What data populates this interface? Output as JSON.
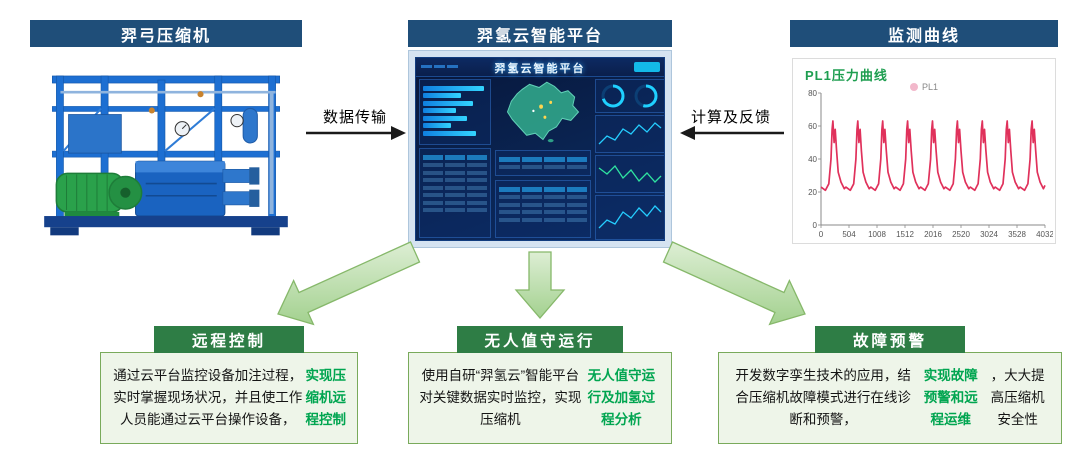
{
  "top_row": {
    "compressor": {
      "title": "羿弓压缩机"
    },
    "platform": {
      "title": "羿氢云智能平台",
      "screen_title": "羿氢云智能平台"
    },
    "curve": {
      "title": "监测曲线"
    }
  },
  "flow_labels": {
    "data_transfer": "数据传输",
    "compute_feedback": "计算及反馈"
  },
  "features": [
    {
      "title": "远程控制",
      "segments": [
        {
          "text": "通过云平台监控设备加注过程，实时掌握现场状况，并且使工作人员能通过云平台操作设备，",
          "highlight": false
        },
        {
          "text": "实现压缩机远程控制",
          "highlight": true
        }
      ]
    },
    {
      "title": "无人值守运行",
      "segments": [
        {
          "text": "使用自研“羿氢云”智能平台对关键数据实时监控，实现压缩机",
          "highlight": false
        },
        {
          "text": "无人值守运行及加氢过程分析",
          "highlight": true
        }
      ]
    },
    {
      "title": "故障预警",
      "segments": [
        {
          "text": "开发数字孪生技术的应用，结合压缩机故障模式进行在线诊断和预警，",
          "highlight": false
        },
        {
          "text": "实现故障预警和远程运维",
          "highlight": true
        },
        {
          "text": "，大大提高压缩机安全性",
          "highlight": false
        }
      ]
    }
  ],
  "chart_data": {
    "type": "line",
    "title": "PL1压力曲线",
    "legend": [
      {
        "name": "PL1",
        "dot_color": "#f2b8cb"
      }
    ],
    "xlim": [
      0,
      4032
    ],
    "ylim": [
      0,
      80
    ],
    "yticks": [
      0,
      20,
      40,
      60,
      80
    ],
    "xticks": [
      0,
      504,
      1008,
      1512,
      2016,
      2520,
      3024,
      3528,
      4032
    ],
    "grid": false,
    "series": [
      {
        "name": "PL1",
        "color": "#e0315b",
        "points": [
          [
            0,
            23
          ],
          [
            80,
            21
          ],
          [
            140,
            25
          ],
          [
            180,
            40
          ],
          [
            200,
            58
          ],
          [
            215,
            63
          ],
          [
            235,
            50
          ],
          [
            255,
            58
          ],
          [
            280,
            45
          ],
          [
            310,
            32
          ],
          [
            360,
            26
          ],
          [
            420,
            22
          ],
          [
            448,
            23
          ],
          [
            528,
            21
          ],
          [
            588,
            25
          ],
          [
            628,
            40
          ],
          [
            648,
            58
          ],
          [
            663,
            63
          ],
          [
            683,
            50
          ],
          [
            703,
            58
          ],
          [
            728,
            45
          ],
          [
            758,
            32
          ],
          [
            808,
            26
          ],
          [
            868,
            22
          ],
          [
            896,
            23
          ],
          [
            976,
            21
          ],
          [
            1036,
            25
          ],
          [
            1076,
            40
          ],
          [
            1096,
            58
          ],
          [
            1111,
            63
          ],
          [
            1131,
            50
          ],
          [
            1151,
            58
          ],
          [
            1176,
            45
          ],
          [
            1206,
            32
          ],
          [
            1256,
            26
          ],
          [
            1316,
            22
          ],
          [
            1344,
            23
          ],
          [
            1424,
            21
          ],
          [
            1484,
            25
          ],
          [
            1524,
            40
          ],
          [
            1544,
            58
          ],
          [
            1559,
            63
          ],
          [
            1579,
            50
          ],
          [
            1599,
            58
          ],
          [
            1624,
            45
          ],
          [
            1654,
            32
          ],
          [
            1704,
            26
          ],
          [
            1764,
            22
          ],
          [
            1792,
            23
          ],
          [
            1872,
            21
          ],
          [
            1932,
            25
          ],
          [
            1972,
            40
          ],
          [
            1992,
            58
          ],
          [
            2007,
            63
          ],
          [
            2027,
            50
          ],
          [
            2047,
            58
          ],
          [
            2072,
            45
          ],
          [
            2102,
            32
          ],
          [
            2152,
            26
          ],
          [
            2212,
            22
          ],
          [
            2240,
            23
          ],
          [
            2320,
            21
          ],
          [
            2380,
            25
          ],
          [
            2420,
            40
          ],
          [
            2440,
            58
          ],
          [
            2455,
            63
          ],
          [
            2475,
            50
          ],
          [
            2495,
            58
          ],
          [
            2520,
            45
          ],
          [
            2550,
            32
          ],
          [
            2600,
            26
          ],
          [
            2660,
            22
          ],
          [
            2688,
            23
          ],
          [
            2768,
            21
          ],
          [
            2828,
            25
          ],
          [
            2868,
            40
          ],
          [
            2888,
            58
          ],
          [
            2903,
            63
          ],
          [
            2923,
            50
          ],
          [
            2943,
            58
          ],
          [
            2968,
            45
          ],
          [
            2998,
            32
          ],
          [
            3048,
            26
          ],
          [
            3108,
            22
          ],
          [
            3136,
            23
          ],
          [
            3216,
            21
          ],
          [
            3276,
            25
          ],
          [
            3316,
            40
          ],
          [
            3336,
            58
          ],
          [
            3351,
            63
          ],
          [
            3371,
            50
          ],
          [
            3391,
            58
          ],
          [
            3416,
            45
          ],
          [
            3446,
            32
          ],
          [
            3496,
            26
          ],
          [
            3556,
            22
          ],
          [
            3584,
            23
          ],
          [
            3664,
            21
          ],
          [
            3724,
            25
          ],
          [
            3764,
            40
          ],
          [
            3784,
            58
          ],
          [
            3799,
            63
          ],
          [
            3819,
            50
          ],
          [
            3839,
            58
          ],
          [
            3864,
            45
          ],
          [
            3894,
            32
          ],
          [
            3944,
            26
          ],
          [
            4004,
            22
          ],
          [
            4032,
            24
          ]
        ]
      }
    ]
  },
  "colors": {
    "header_navy": "#1f4e79",
    "feature_header_green": "#2e7d45",
    "highlight_green": "#00a550",
    "arrow_fill_green": "#a9d18e",
    "curve_red": "#e0315b",
    "dashboard_bg": "#0a2452",
    "chart_title_green": "#1e9e50"
  }
}
